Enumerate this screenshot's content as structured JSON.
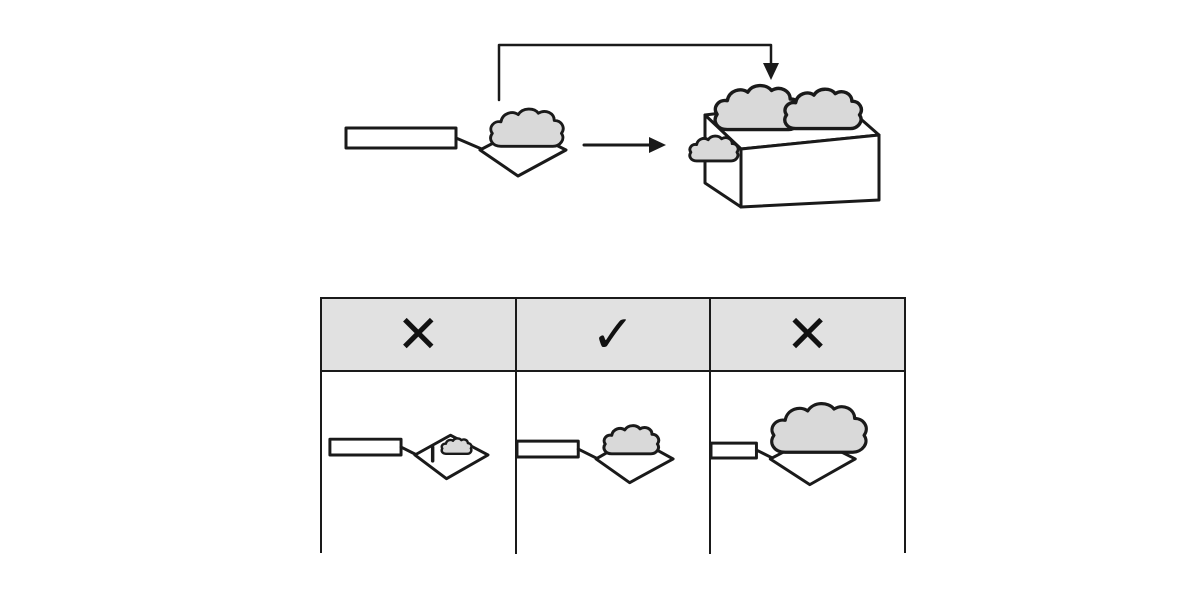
{
  "colors": {
    "stroke": "#1a1a1a",
    "cloud_fill": "#d9d9d9",
    "header_bg": "#e1e1e1",
    "background": "#ffffff"
  },
  "top_flow": {
    "icons": [
      "trowel-with-mortar",
      "arrow-right",
      "mortar-box",
      "return-arrow"
    ]
  },
  "table": {
    "headers": [
      {
        "symbol": "✕",
        "icon": "cross-icon"
      },
      {
        "symbol": "✓",
        "icon": "check-icon"
      },
      {
        "symbol": "✕",
        "icon": "cross-icon"
      }
    ],
    "cells": [
      {
        "icon": "trowel-small-scoop"
      },
      {
        "icon": "trowel-medium-scoop"
      },
      {
        "icon": "trowel-large-scoop"
      }
    ]
  }
}
